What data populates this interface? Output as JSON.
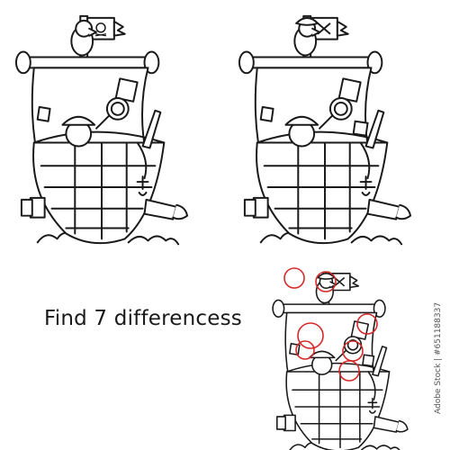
{
  "puzzle": {
    "title": "Find 7 differencess",
    "difference_count": 7
  },
  "watermark": {
    "stock_id": "Adobe Stock | #651188337"
  },
  "colors": {
    "line": "#1a1a1a",
    "highlight": "#d62a2a",
    "background": "#ffffff"
  },
  "panels": [
    {
      "name": "original-ship"
    },
    {
      "name": "modified-ship"
    },
    {
      "name": "answer-ship"
    }
  ]
}
